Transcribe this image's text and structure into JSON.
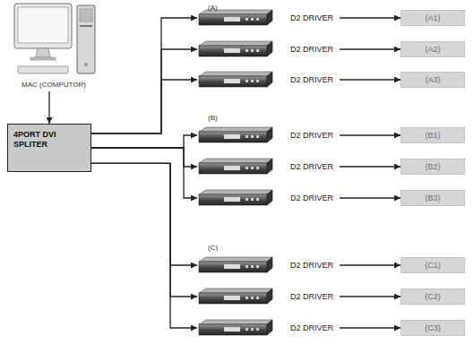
{
  "diagram": {
    "nodes": [
      {
        "text": [
          "MAC (COMPUTOR)"
        ]
      },
      {
        "text": [
          "4PORT DVI SPLITER"
        ]
      },
      {
        "text": [
          "D2 DRIVER"
        ]
      },
      {
        "text": [
          "D2 DRIVER"
        ]
      },
      {
        "text": [
          "D2 DRIVER"
        ]
      },
      {
        "text": [
          "D2 DRIVER"
        ]
      },
      {
        "text": [
          "D2 DRIVER"
        ]
      },
      {
        "text": [
          "D2 DRIVER"
        ]
      },
      {
        "text": [
          "D2 DRIVER"
        ]
      },
      {
        "text": [
          "D2 DRIVER"
        ]
      },
      {
        "text": [
          "D2 DRIVER"
        ]
      },
      {
        "text": [
          "(A1)"
        ]
      },
      {
        "text": [
          "(A2)"
        ]
      },
      {
        "text": [
          "(A3)"
        ]
      },
      {
        "text": [
          "(B1)"
        ]
      },
      {
        "text": [
          "(B2)"
        ]
      },
      {
        "text": [
          "(B3)"
        ]
      },
      {
        "text": [
          "(C1)"
        ]
      },
      {
        "text": [
          "(C2)"
        ]
      },
      {
        "text": [
          "(C3)"
        ]
      }
    ],
    "edges": [
      {
        "from": 0,
        "to": 1,
        "arrow": "to"
      },
      {
        "from": 1,
        "to": 2,
        "arrow": "to"
      },
      {
        "from": 1,
        "to": 3,
        "arrow": "to"
      },
      {
        "from": 1,
        "to": 4,
        "arrow": "to"
      },
      {
        "from": 1,
        "to": 5,
        "arrow": "to"
      },
      {
        "from": 1,
        "to": 6,
        "arrow": "to"
      },
      {
        "from": 1,
        "to": 7,
        "arrow": "to"
      },
      {
        "from": 1,
        "to": 8,
        "arrow": "to"
      },
      {
        "from": 1,
        "to": 9,
        "arrow": "to"
      },
      {
        "from": 1,
        "to": 10,
        "arrow": "to"
      },
      {
        "from": 2,
        "to": 11,
        "arrow": "to"
      },
      {
        "from": 3,
        "to": 12,
        "arrow": "to"
      },
      {
        "from": 4,
        "to": 13,
        "arrow": "to"
      },
      {
        "from": 5,
        "to": 14,
        "arrow": "to"
      },
      {
        "from": 6,
        "to": 15,
        "arrow": "to"
      },
      {
        "from": 7,
        "to": 16,
        "arrow": "to"
      },
      {
        "from": 8,
        "to": 17,
        "arrow": "to"
      },
      {
        "from": 9,
        "to": 18,
        "arrow": "to"
      },
      {
        "from": 10,
        "to": 19,
        "arrow": "to"
      }
    ],
    "labels": [
      "(A)",
      "(B)",
      "(C)"
    ]
  }
}
